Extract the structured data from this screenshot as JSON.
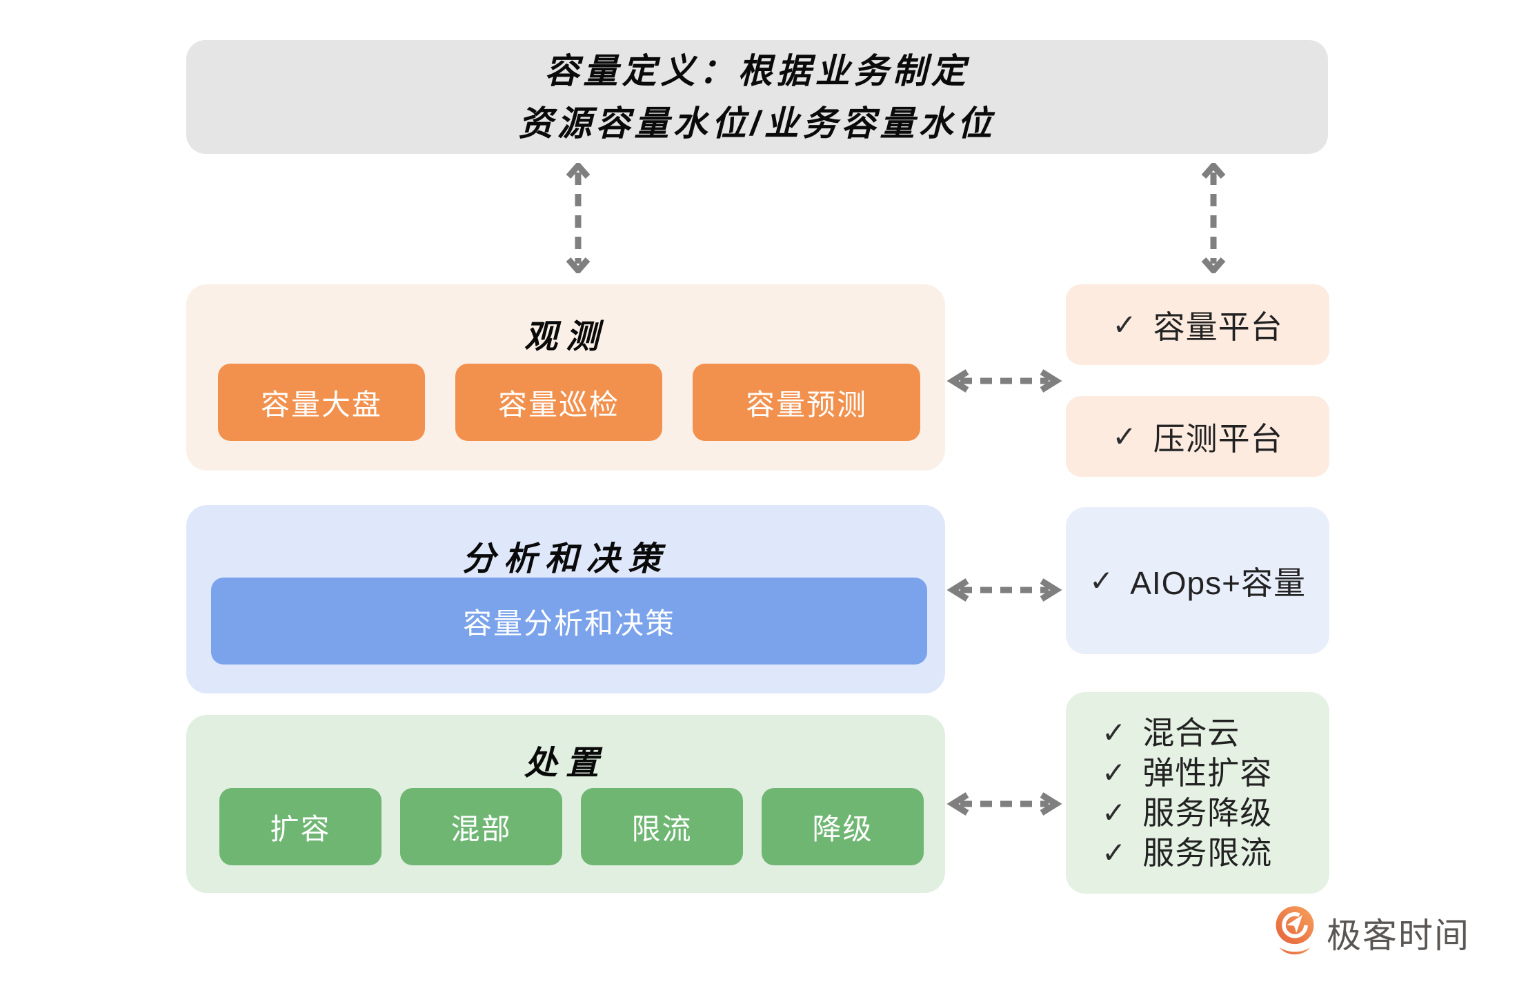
{
  "top_box": {
    "line1": "容量定义：根据业务制定",
    "line2": "资源容量水位/业务容量水位"
  },
  "observe": {
    "title": "观测",
    "buttons": [
      "容量大盘",
      "容量巡检",
      "容量预测"
    ]
  },
  "analyze": {
    "title": "分析和决策",
    "bar_label": "容量分析和决策"
  },
  "handle": {
    "title": "处置",
    "buttons": [
      "扩容",
      "混部",
      "限流",
      "降级"
    ]
  },
  "side": {
    "capacity_platform": "容量平台",
    "stress_platform": "压测平台",
    "aiops": "AIOps+容量",
    "handle_items": [
      "混合云",
      "弹性扩容",
      "服务降级",
      "服务限流"
    ]
  },
  "icons": {
    "check": "✓"
  },
  "logo": {
    "text": "极客时间"
  },
  "colors": {
    "top_box_bg": "#e5e5e5",
    "observe_bg": "#fbf0e7",
    "orange_button": "#f2914e",
    "peach_side_box": "#fdebe0",
    "analyze_bg": "#dfe8fb",
    "blue_bar": "#7ba3eb",
    "aiops_bg": "#e9eefb",
    "handle_bg": "#e0efdf",
    "green_button": "#6fb673",
    "green_side_box": "#e4f1e3",
    "arrow_gray": "#7f7f7f",
    "logo_orange": "#ed7d41",
    "logo_text": "#595654"
  }
}
